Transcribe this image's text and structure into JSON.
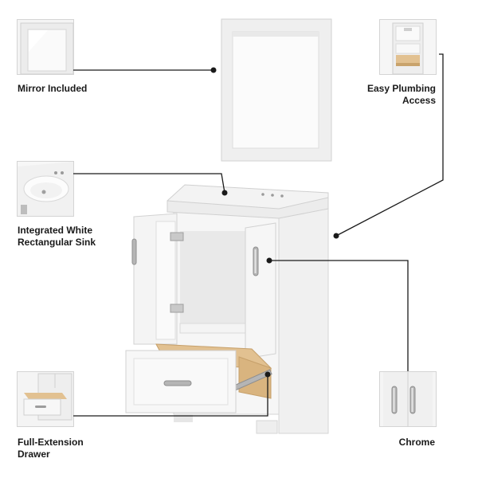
{
  "callouts": {
    "mirror": "Mirror Included",
    "plumbing": "Easy Plumbing\nAccess",
    "sink": "Integrated White\nRectangular Sink",
    "drawer": "Full-Extension\nDrawer",
    "chrome": "Chrome"
  },
  "icons": {
    "mirror_thumb": "mirror-thumbnail-icon",
    "plumbing_thumb": "open-cabinet-thumbnail-icon",
    "sink_thumb": "sink-basin-thumbnail-icon",
    "drawer_thumb": "open-drawer-thumbnail-icon",
    "chrome_thumb": "chrome-handles-thumbnail-icon"
  },
  "colors": {
    "vanity_white": "#f3f3f3",
    "wood_interior": "#e2c191",
    "leader_line": "#1a1a1a",
    "chrome": "#b5b5b5"
  }
}
